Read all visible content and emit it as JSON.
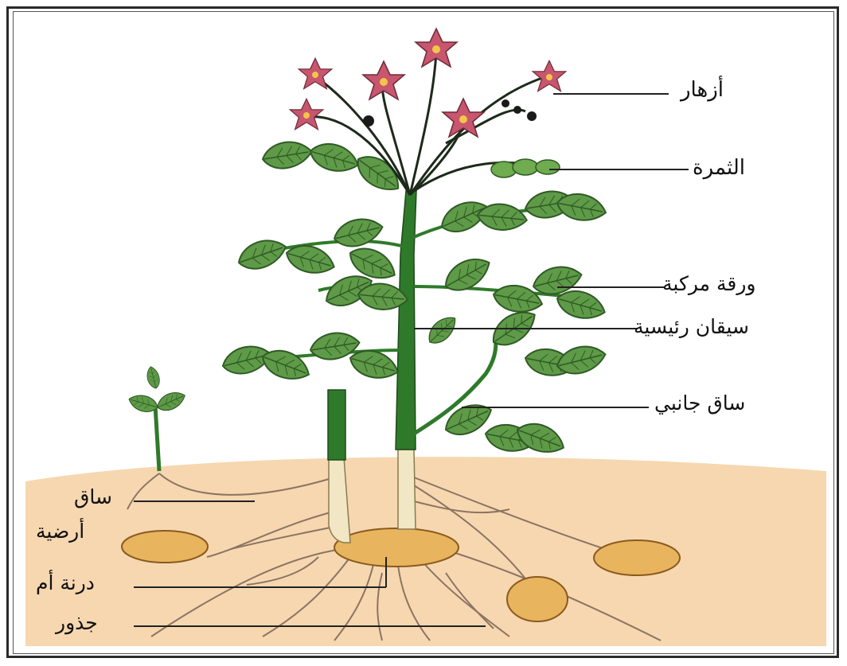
{
  "labels": {
    "flowers": "أزهار",
    "fruit": "الثمرة",
    "compound_leaf": "ورقة مركبة",
    "main_stems": "سيقان رئيسية",
    "side_stem": "ساق جانبي",
    "underground_stem_1": "ساق",
    "underground_stem_2": "أرضية",
    "mother_tuber": "درنة أم",
    "roots": "جذور"
  },
  "colors": {
    "soil": "#f6d7b0",
    "leaf": "#5e9a47",
    "leaf_dark": "#2f5a25",
    "stem": "#2f7a2a",
    "flower": "#c7566e",
    "tuber": "#e8b45e",
    "root": "#8c7462"
  }
}
